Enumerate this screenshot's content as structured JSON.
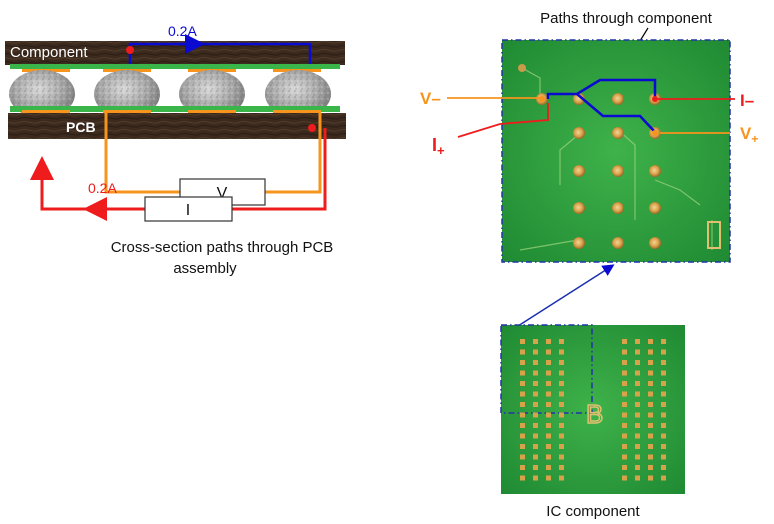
{
  "cross_section": {
    "component_label": "Component",
    "pcb_label": "PCB",
    "current_top": "0.2A",
    "current_bottom": "0.2A",
    "meter_v": "V",
    "meter_i": "I",
    "caption_line1": "Cross-section paths through PCB",
    "caption_line2": "assembly"
  },
  "detail_view": {
    "title": "Paths through component",
    "v_minus": "V–",
    "i_plus": "I",
    "i_plus_sub": "+",
    "i_minus": "I–",
    "v_plus": "V",
    "v_plus_sub": "+"
  },
  "ic": {
    "caption": "IC component",
    "marking": "B"
  },
  "colors": {
    "current_path": "#0a0ad0",
    "force_path": "#ee1c1c",
    "sense_path": "#f7941d",
    "board": "#3a2a1c",
    "solder_mask": "#39b54a",
    "selection_box": "#2233aa"
  }
}
